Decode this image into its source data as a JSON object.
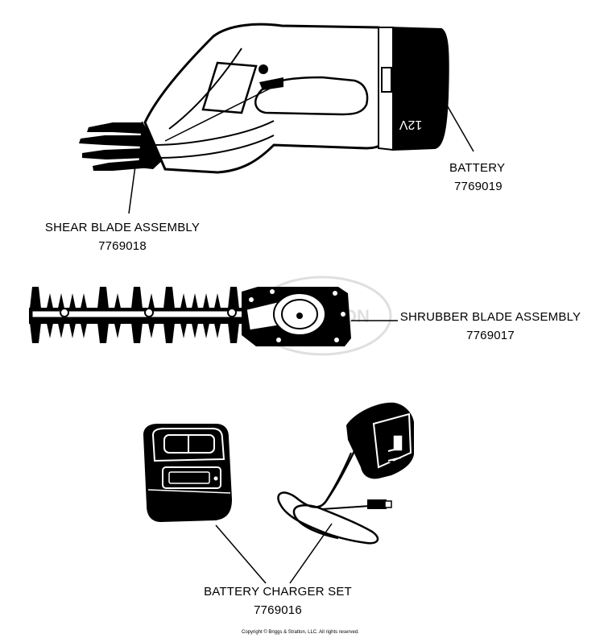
{
  "parts": {
    "battery": {
      "name": "BATTERY",
      "number": "7769019",
      "voltage_marking": "12V"
    },
    "shear_blade": {
      "name": "SHEAR BLADE ASSEMBLY",
      "number": "7769018"
    },
    "shrubber_blade": {
      "name": "SHRUBBER BLADE ASSEMBLY",
      "number": "7769017"
    },
    "charger_set": {
      "name": "BATTERY CHARGER SET",
      "number": "7769016"
    }
  },
  "copyright": "Copyright © Briggs & Stratton, LLC. All rights reserved.",
  "watermark_text": "STRATTON"
}
